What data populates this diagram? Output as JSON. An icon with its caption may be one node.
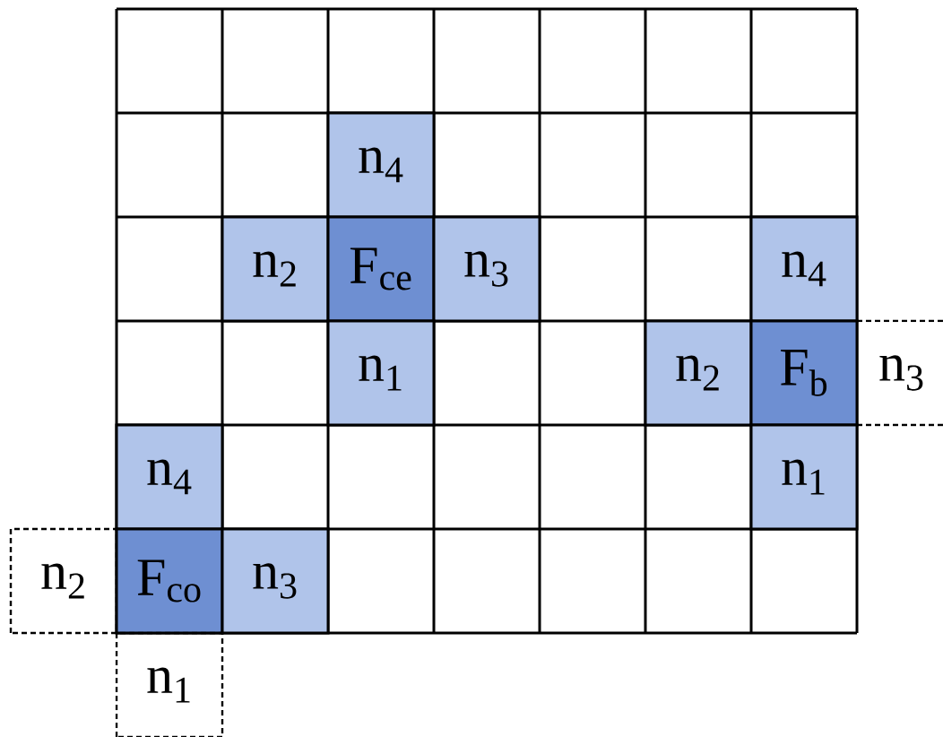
{
  "diagram": {
    "nodes": [
      {
        "text": [
          "n$_{4}$"
        ]
      },
      {
        "text": [
          "n$_{2}$"
        ]
      },
      {
        "text": [
          "F$_{ce}$"
        ]
      },
      {
        "text": [
          "n$_{3}$"
        ]
      },
      {
        "text": [
          "n$_{4}$"
        ]
      },
      {
        "text": [
          "n$_{1}$"
        ]
      },
      {
        "text": [
          "n$_{2}$"
        ]
      },
      {
        "text": [
          "F$_{b}$"
        ]
      },
      {
        "text": [
          "n$_{3}$"
        ]
      },
      {
        "text": [
          "n$_{4}$"
        ]
      },
      {
        "text": [
          "n$_{1}$"
        ]
      },
      {
        "text": [
          "n$_{2}$"
        ]
      },
      {
        "text": [
          "F$_{co}$"
        ]
      },
      {
        "text": [
          "n$_{3}$"
        ]
      },
      {
        "text": [
          "n$_{1}$"
        ]
      }
    ]
  }
}
